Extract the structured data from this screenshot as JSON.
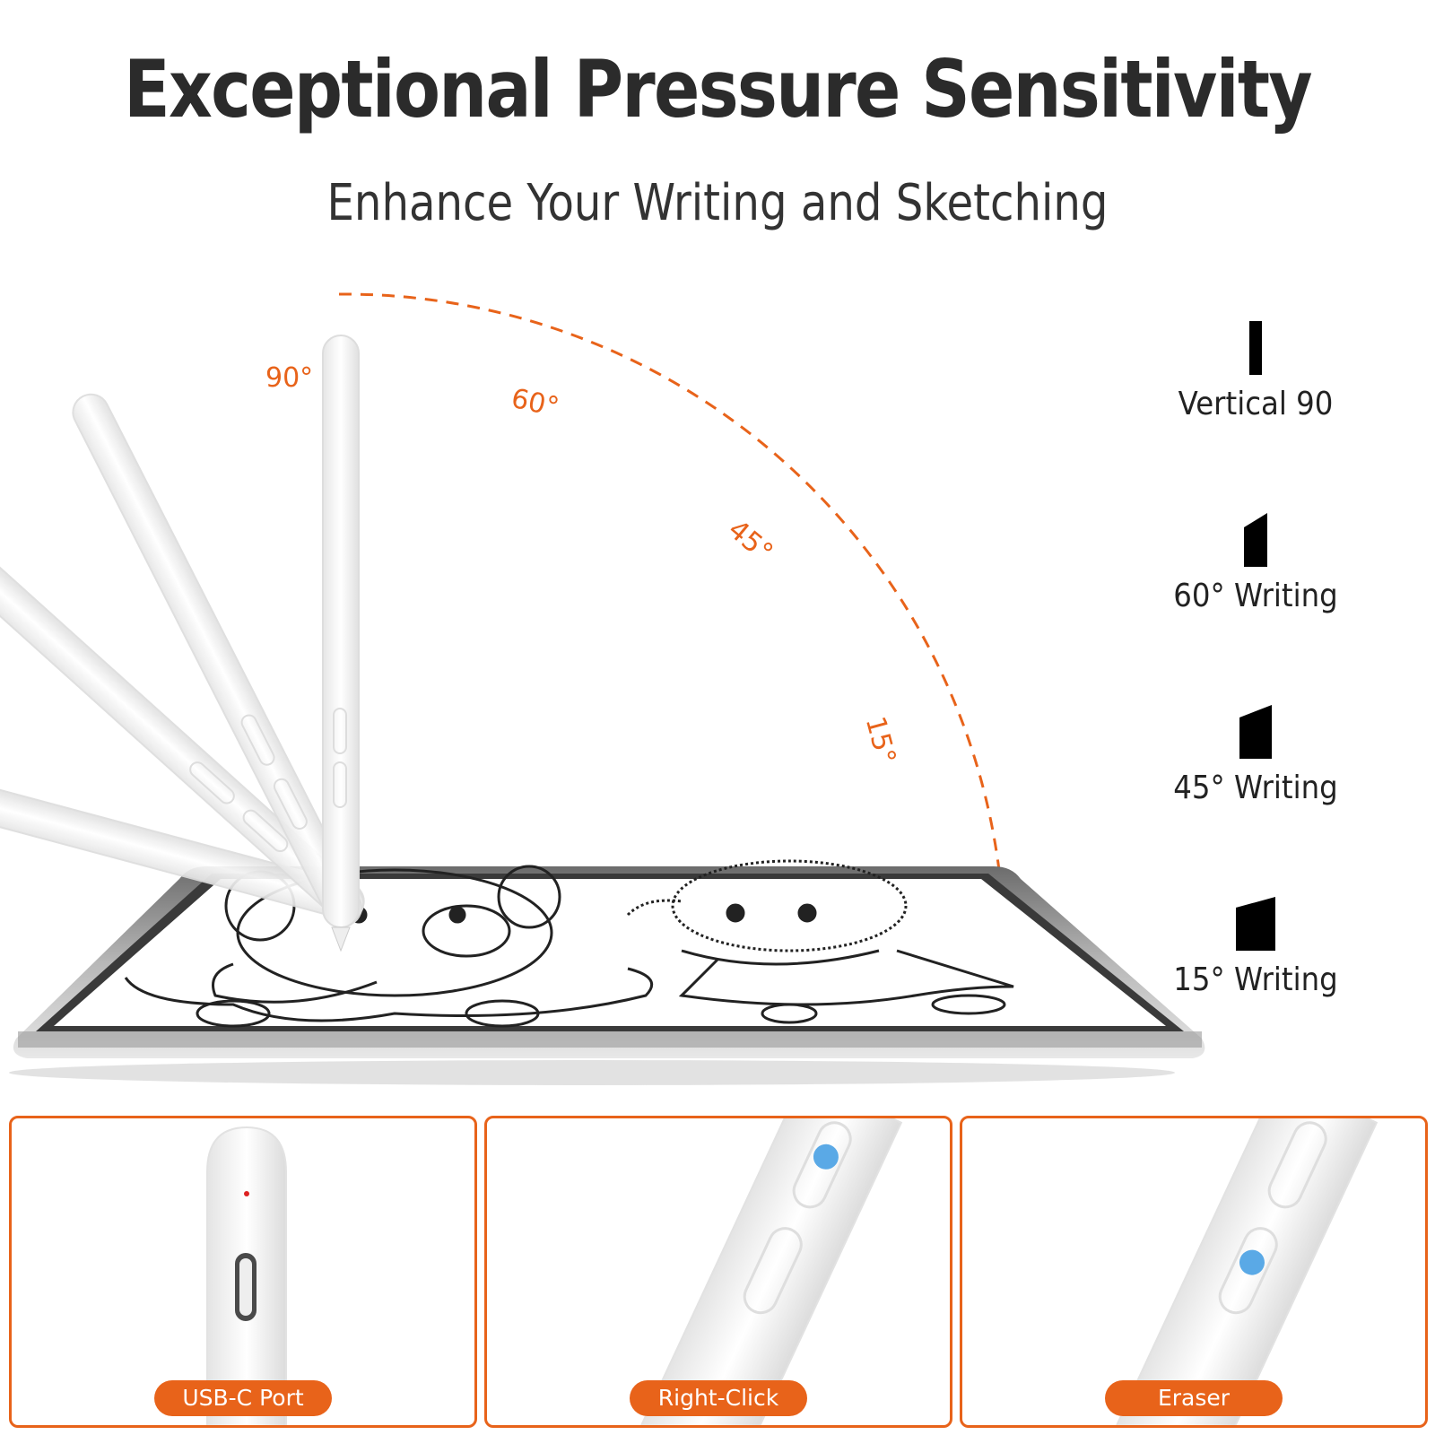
{
  "header": {
    "title": "Exceptional Pressure Sensitivity",
    "subtitle": "Enhance Your Writing and Sketching"
  },
  "colors": {
    "accent": "#e8631a",
    "text": "#2b2b2b",
    "stylus": "#f5f5f5",
    "button_dot": "#5aa9e6"
  },
  "angles": {
    "a90": "90°",
    "a60": "60°",
    "a45": "45°",
    "a15": "15°"
  },
  "strokes": [
    {
      "label": "Vertical 90"
    },
    {
      "label": "60° Writing"
    },
    {
      "label": "45° Writing"
    },
    {
      "label": "15° Writing"
    }
  ],
  "features": [
    {
      "label": "USB-C Port"
    },
    {
      "label": "Right-Click"
    },
    {
      "label": "Eraser"
    }
  ]
}
